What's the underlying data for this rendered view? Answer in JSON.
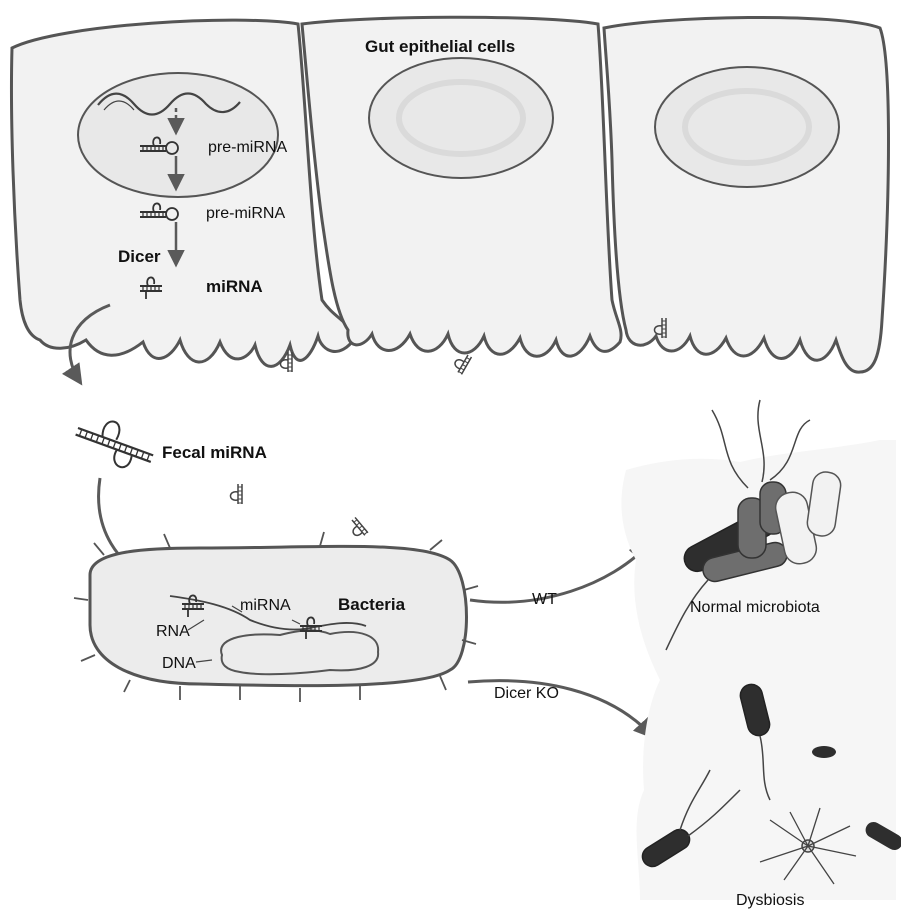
{
  "labels": {
    "gut_epithelial_cells": "Gut epithelial cells",
    "pre_mirna_1": "pre-miRNA",
    "pre_mirna_2": "pre-miRNA",
    "dicer": "Dicer",
    "mirna_cell": "miRNA",
    "fecal_mirna": "Fecal miRNA",
    "mirna_bacteria": "miRNA",
    "bacteria": "Bacteria",
    "rna": "RNA",
    "dna": "DNA",
    "wt": "WT",
    "dicer_ko": "Dicer KO",
    "normal_microbiota": "Normal microbiota",
    "dysbiosis": "Dysbiosis"
  },
  "colors": {
    "outline": "#555555",
    "cell_fill": "#f2f2f2",
    "bacterium_fill": "#ececec",
    "arrow": "#5a5a5a",
    "dark_bacterium": "#2e2e2e",
    "mid_bacterium": "#6e6e6e"
  }
}
